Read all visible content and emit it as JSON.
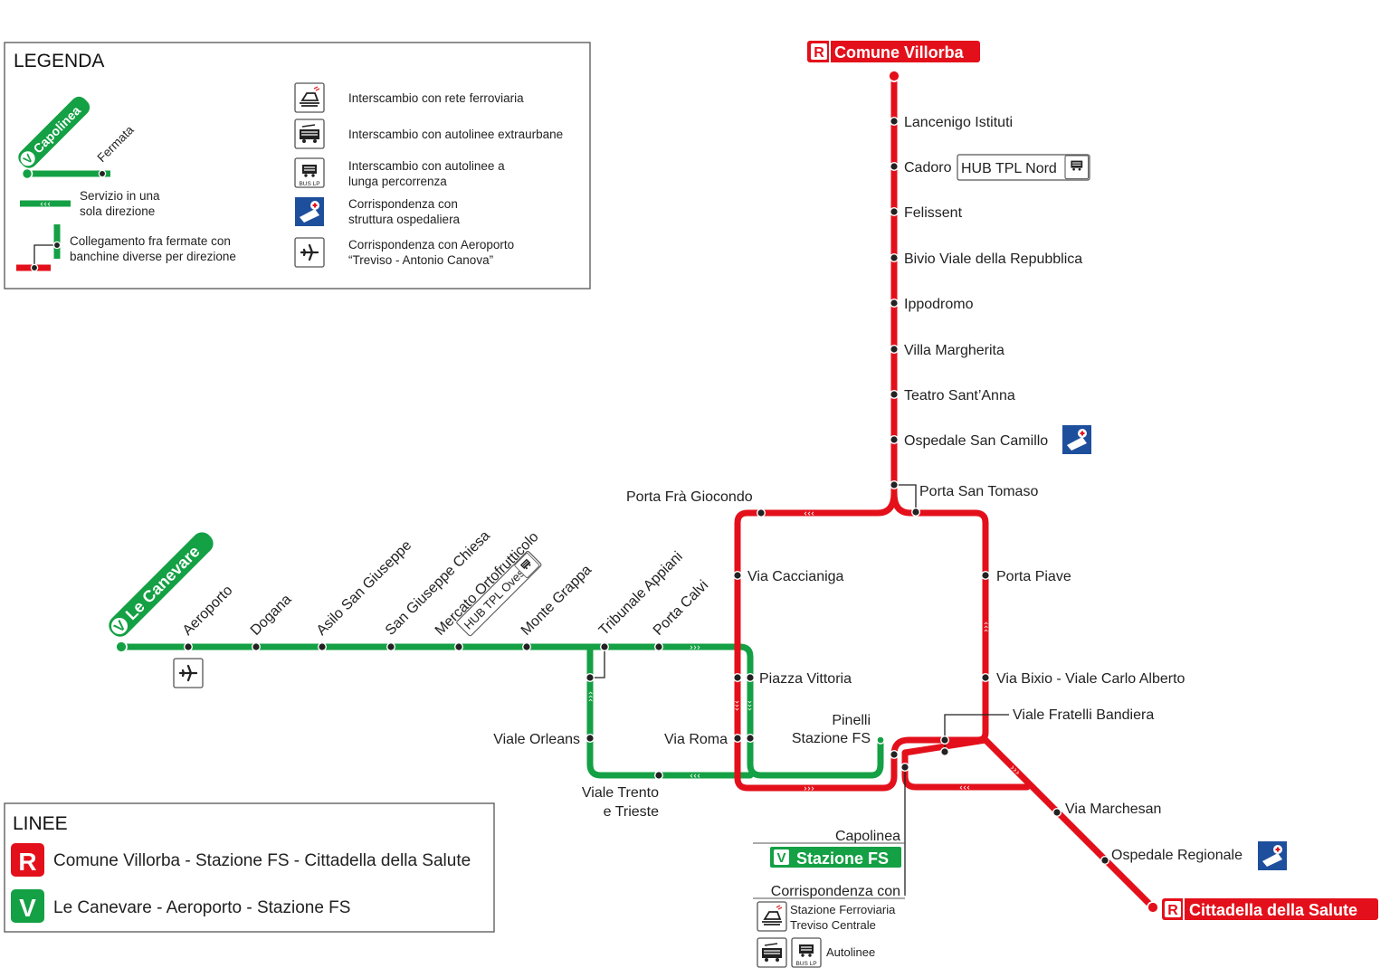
{
  "colors": {
    "red": "#e3101b",
    "green": "#14a044",
    "dark": "#222222",
    "hospital": "#1e4f9c"
  },
  "legend": {
    "title": "LEGENDA",
    "capolinea_badge": "V",
    "capolinea": "Capolinea",
    "fermata": "Fermata",
    "one_way_1": "Servizio in una",
    "one_way_2": "sola direzione",
    "link_1": "Collegamento fra fermate con",
    "link_2": "banchine diverse per direzione",
    "rail": "Interscambio con rete ferroviaria",
    "extra": "Interscambio con autolinee extraurbane",
    "long_1": "Interscambio con autolinee a",
    "long_2": "lunga percorrenza",
    "hosp_1": "Corrispondenza con",
    "hosp_2": "struttura ospedaliera",
    "air_1": "Corrispondenza con Aeroporto",
    "air_2": "“Treviso - Antonio Canova”",
    "bus_lp": "BUS LP"
  },
  "lines_box": {
    "title": "LINEE",
    "r_badge": "R",
    "r_text": "Comune Villorba - Stazione FS - Cittadella della Salute",
    "v_badge": "V",
    "v_text": "Le Canevare - Aeroporto - Stazione FS"
  },
  "terminals": {
    "r_badge": "R",
    "villorba": "Comune Villorba",
    "cittadella": "Cittadella della Salute",
    "v_badge": "V",
    "canevare": "Le Canevare"
  },
  "stops_red_north": [
    "Lancenigo Istituti",
    "Cadoro",
    "Felissent",
    "Bivio Viale della Repubblica",
    "Ippodromo",
    "Villa Margherita",
    "Teatro Sant’Anna",
    "Ospedale San Camillo"
  ],
  "hub_nord": "HUB TPL Nord",
  "ring": {
    "porta_san_tomaso": "Porta San Tomaso",
    "porta_fra_giocondo": "Porta Frà Giocondo",
    "via_caccianiga": "Via Caccianiga",
    "porta_piave": "Porta Piave",
    "piazza_vittoria": "Piazza Vittoria",
    "via_bixio": "Via Bixio - Viale Carlo Alberto",
    "viale_fratelli": "Viale Fratelli Bandiera",
    "via_roma": "Via Roma",
    "pinelli_1": "Pinelli",
    "pinelli_2": "Stazione FS"
  },
  "green_stops": [
    "Aeroporto",
    "Dogana",
    "Asilo San Giuseppe",
    "San Giuseppe Chiesa",
    "Mercato Ortofrutticolo",
    "Monte Grappa",
    "Tribunale Appiani",
    "Porta Calvi"
  ],
  "hub_ovest": "HUB TPL Ovest",
  "viale_orleans": "Viale Orleans",
  "viale_trento_1": "Viale Trento",
  "viale_trento_2": "e Trieste",
  "red_south": [
    "Via Marchesan",
    "Ospedale Regionale"
  ],
  "station_box": {
    "capolinea": "Capolinea",
    "v_badge": "V",
    "v_name": "Stazione FS",
    "corr": "Corrispondenza con",
    "rail_1": "Stazione Ferroviaria",
    "rail_2": "Treviso Centrale",
    "bus": "Autolinee",
    "bus_lp": "BUS LP"
  }
}
